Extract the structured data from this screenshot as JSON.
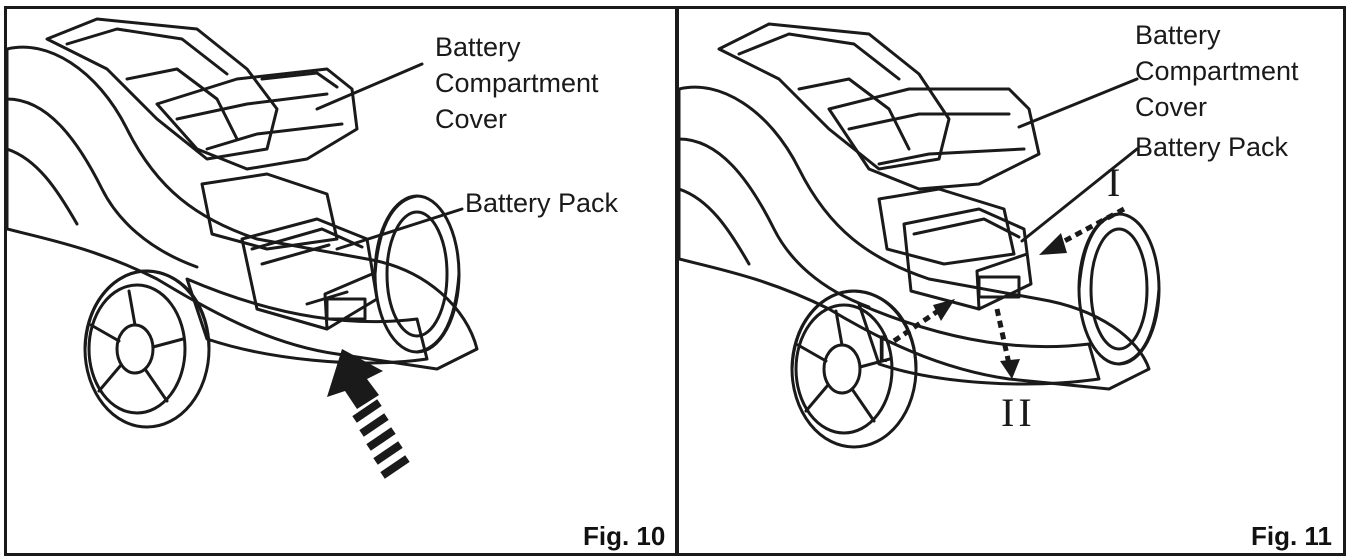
{
  "panels": [
    {
      "figure_label": "Fig. 10",
      "labels": {
        "cover": [
          "Battery",
          "Compartment",
          "Cover"
        ],
        "battery_pack": "Battery Pack"
      }
    },
    {
      "figure_label": "Fig. 11",
      "labels": {
        "cover": [
          "Battery",
          "Compartment",
          "Cover"
        ],
        "battery_pack": "Battery Pack"
      },
      "step_markers": {
        "step_one_right": "I",
        "step_one_left": "I",
        "step_two": "II"
      }
    }
  ],
  "colors": {
    "line": "#1a1a1a",
    "border": "#1a1a1a",
    "background": "#ffffff"
  },
  "icons": [
    "lawnmower-illustration",
    "insert-arrow-icon",
    "dashed-arrow-icon"
  ]
}
